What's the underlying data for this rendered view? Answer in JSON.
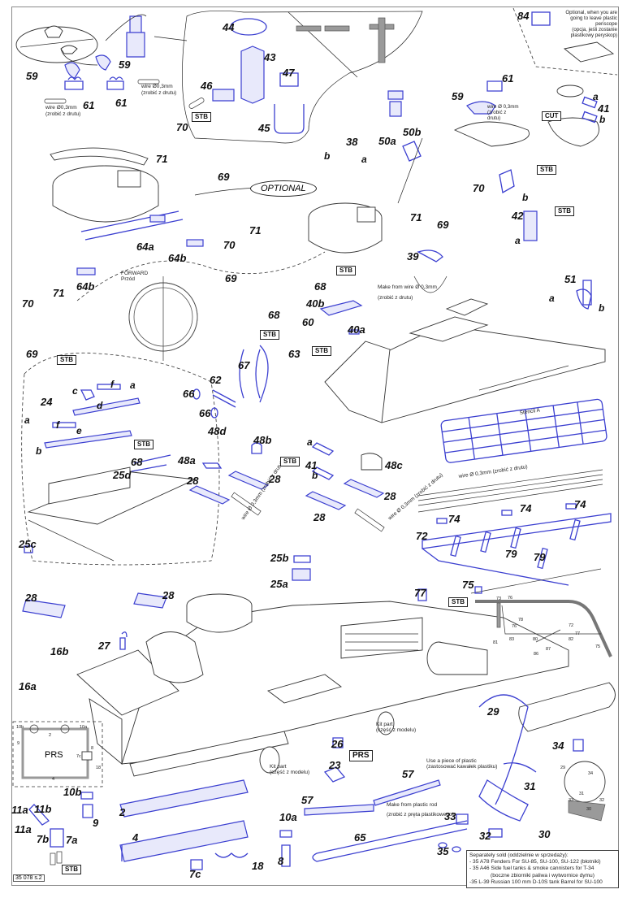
{
  "document": {
    "sheet_id": "35 078 s.2",
    "optional_label": "OPTIONAL",
    "accent_color": "#3b3fd0"
  },
  "markers": {
    "stb": "STB",
    "cut": "CUT",
    "prs": "PRS"
  },
  "notes": {
    "wire_03_a": "wire Ø0,3mm",
    "wire_03_a_pl": "(zrobić z drutu)",
    "wire_03_b": "wire Ø0,3mm",
    "wire_03_b_pl": "(zrobić z drutu)",
    "wire_small_top_right": "wire Ø 0,3mm (zrobić z drutu)",
    "periscope_optional": "Optional, when you are going to leave plastic periscope",
    "periscope_optional_pl": "(opcja, jeśli zostanie plastikowy peryskop)",
    "forward": "FORWARD",
    "forward_pl": "Przód",
    "make_from_wire": "Make from wire Ø 0,3mm",
    "make_from_wire_pl": "(zrobić z drutu)",
    "stencil": "Stencil A",
    "wire_long": "wire Ø 0,3mm (zrobić z drutu)",
    "wire_28a": "wire Ø 0,3mm (zrobić z drutu)",
    "wire_28b": "wire Ø 0,3mm (zrobić z drutu)",
    "kit_part_1": "Kit part",
    "kit_part_1_pl": "(część z modelu)",
    "kit_part_2": "Kit part",
    "kit_part_2_pl": "(część z modelu)",
    "plastic_rod": "Make from plastic rod",
    "plastic_rod_pl": "(zrobić z pręta plastikowego)",
    "use_plastic": "Use a piece of plastic",
    "use_plastic_pl": "(zastosować kawałek plastiku)"
  },
  "separately_sold": {
    "heading": "Separately sold (oddzielnie w sprzedaży):",
    "items": [
      "- 35 A78 Fenders For SU-85, SU-100, SU-122 (błotniki)",
      "- 35 A46 Side fuel tanks & smoke cannisters for T-34",
      "(boczne zbiorniki paliwa i wytwornice dymu)",
      "-35 L-39 Russian 100 mm D-10S tank Barrel for SU-100"
    ]
  },
  "part_labels": {
    "p59a": "59",
    "p59b": "59",
    "p61a": "61",
    "p61b": "61",
    "p44": "44",
    "p43": "43",
    "p46": "46",
    "p47": "47",
    "p45": "45",
    "p84": "84",
    "p61c": "61",
    "p59c": "59",
    "p41a": "41",
    "p41a_a": "a",
    "p41a_b": "b",
    "p70a": "70",
    "p71a": "71",
    "p69a": "69",
    "p38": "38",
    "p38_a": "a",
    "p38_b": "b",
    "p50a": "50a",
    "p50b": "50b",
    "p64a": "64a",
    "p64b1": "64b",
    "p64b2": "64b",
    "p70b": "70",
    "p71b": "71",
    "p69b": "69",
    "p70c": "70",
    "p71c": "71",
    "p69c": "69",
    "p70d": "70",
    "p71d": "71",
    "p69d": "69",
    "p42": "42",
    "p42_a": "a",
    "p42_b": "b",
    "p39": "39",
    "p68a": "68",
    "p40b": "40b",
    "p40a": "40a",
    "p51": "51",
    "p51_a": "a",
    "p51_b": "b",
    "p68b": "68",
    "p60": "60",
    "p63": "63",
    "p62": "62",
    "p67": "67",
    "p66a": "66",
    "p66b": "66",
    "p24": "24",
    "p24_a1": "a",
    "p24_a2": "a",
    "p24_b": "b",
    "p24_c": "c",
    "p24_d": "d",
    "p24_e": "e",
    "p24_f1": "f",
    "p24_f2": "f",
    "p68c": "68",
    "p25d": "25d",
    "p25c": "25c",
    "p48d": "48d",
    "p48b": "48b",
    "p48a": "48a",
    "p48c": "48c",
    "p28a": "28",
    "p28b": "28",
    "p28c": "28",
    "p28d": "28",
    "p41b": "41",
    "p41b_a": "a",
    "p41b_b": "b",
    "p72": "72",
    "p74a": "74",
    "p74b": "74",
    "p74c": "74",
    "p79a": "79",
    "p79b": "79",
    "p25b": "25b",
    "p25a": "25a",
    "p77": "77",
    "p75": "75",
    "p28e": "28",
    "p28f": "28",
    "p27": "27",
    "p16a": "16a",
    "p16b": "16b",
    "p10b": "10b",
    "p9": "9",
    "p2": "2",
    "p11a1": "11a",
    "p11a2": "11a",
    "p11b": "11b",
    "p7b": "7b",
    "p7a": "7a",
    "p4": "4",
    "p7c": "7c",
    "p18": "18",
    "p10a": "10a",
    "p8": "8",
    "p26": "26",
    "p23": "23",
    "p57a": "57",
    "p57b": "57",
    "p65": "65",
    "p29": "29",
    "p31": "31",
    "p30": "30",
    "p33": "33",
    "p32": "32",
    "p35": "35",
    "p34": "34"
  },
  "inset_prs": {
    "labels": [
      "10b",
      "10a",
      "2",
      "9",
      "PRS",
      "7c",
      "8",
      "18",
      "4"
    ]
  },
  "inset_section": {
    "labels": [
      "73",
      "76",
      "78",
      "76",
      "72",
      "77",
      "75",
      "81",
      "83",
      "80",
      "82",
      "87",
      "86"
    ]
  },
  "inset_tank": {
    "labels": [
      "29",
      "34",
      "31",
      "33",
      "32",
      "30"
    ]
  }
}
